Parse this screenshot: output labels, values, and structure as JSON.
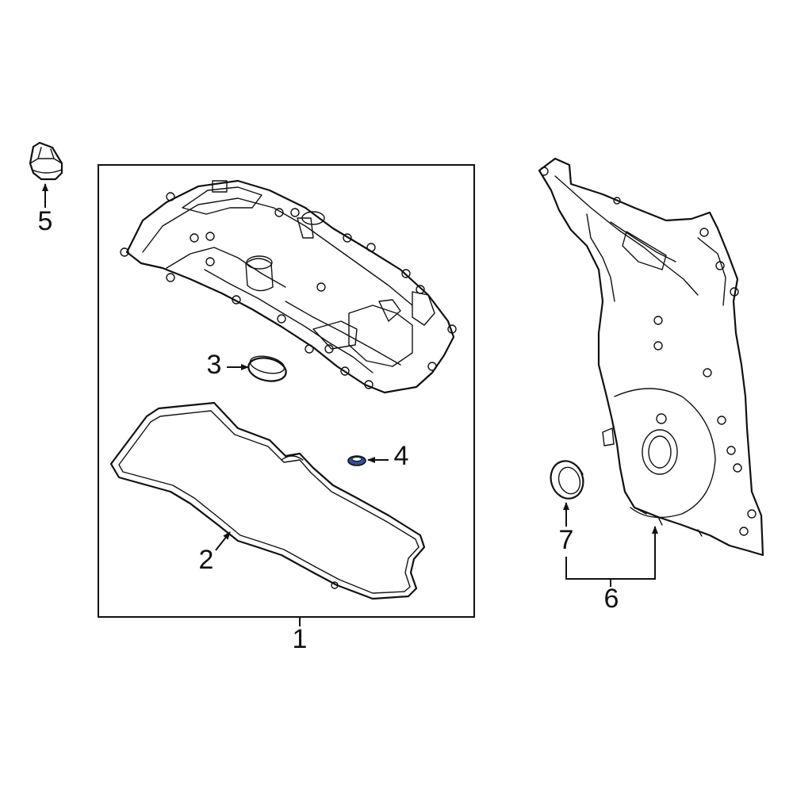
{
  "callouts": [
    {
      "id": "1",
      "text": "1"
    },
    {
      "id": "2",
      "text": "2"
    },
    {
      "id": "3",
      "text": "3"
    },
    {
      "id": "4",
      "text": "4"
    },
    {
      "id": "5",
      "text": "5"
    },
    {
      "id": "6",
      "text": "6"
    },
    {
      "id": "7",
      "text": "7"
    }
  ],
  "colors": {
    "line": "#111111",
    "background": "#ffffff",
    "seal_highlight": "#2f4f9e"
  }
}
